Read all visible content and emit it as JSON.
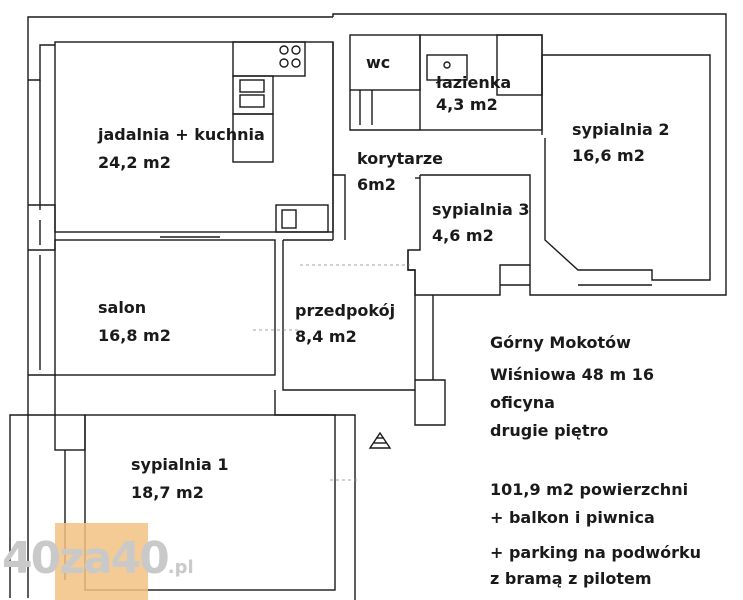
{
  "rooms": {
    "kitchen": {
      "name": "jadalnia + kuchnia",
      "area": "24,2 m2"
    },
    "wc": {
      "name": "wc"
    },
    "bathroom": {
      "name": "łazienka",
      "area": "4,3 m2"
    },
    "corridors": {
      "name": "korytarze",
      "area": "6m2"
    },
    "bedroom2": {
      "name": "sypialnia 2",
      "area": "16,6 m2"
    },
    "bedroom3": {
      "name": "sypialnia 3",
      "area": "4,6 m2"
    },
    "living": {
      "name": "salon",
      "area": "16,8 m2"
    },
    "hall": {
      "name": "przedpokój",
      "area": "8,4 m2"
    },
    "bedroom1": {
      "name": "sypialnia 1",
      "area": "18,7 m2"
    }
  },
  "info": {
    "district": "Górny Mokotów",
    "address": "Wiśniowa 48 m 16",
    "building": "oficyna",
    "floor": "drugie piętro",
    "area": "101,9 m2 powierzchni",
    "extras": "+ balkon i piwnica",
    "parking1": "+ parking na podwórku",
    "parking2": "z bramą z pilotem"
  },
  "watermark": {
    "main": "40za40",
    "suffix": ".pl",
    "color": "#f3c283"
  },
  "colors": {
    "wall": "#1a1a1a",
    "background": "#ffffff"
  }
}
